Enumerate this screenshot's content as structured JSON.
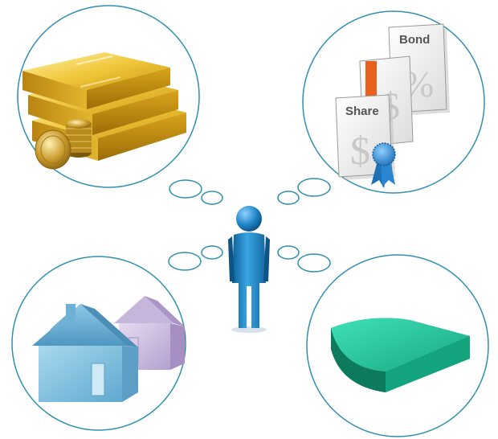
{
  "scene": {
    "thoughts": [
      {
        "topic": "gold",
        "icon": "gold-bars-icon"
      },
      {
        "topic": "securities",
        "icon": "share-bond-certificates-icon"
      },
      {
        "topic": "property",
        "icon": "houses-icon"
      },
      {
        "topic": "slice",
        "icon": "pie-slice-icon"
      }
    ],
    "person_icon": "person-icon"
  },
  "documents": {
    "bond_label": "Bond",
    "share_label": "Share",
    "dollar_glyph": "$",
    "percent_glyph": "%"
  },
  "colors": {
    "circle_outline": "#2e8fb0",
    "gold": "#e8b81e",
    "person": "#1e7fbf",
    "slice": "#1fbf97",
    "house_front": "#89c4de",
    "house_back": "#c7b6dc",
    "ribbon": "#2a86d1",
    "certificate_stripe": "#e8611e"
  }
}
